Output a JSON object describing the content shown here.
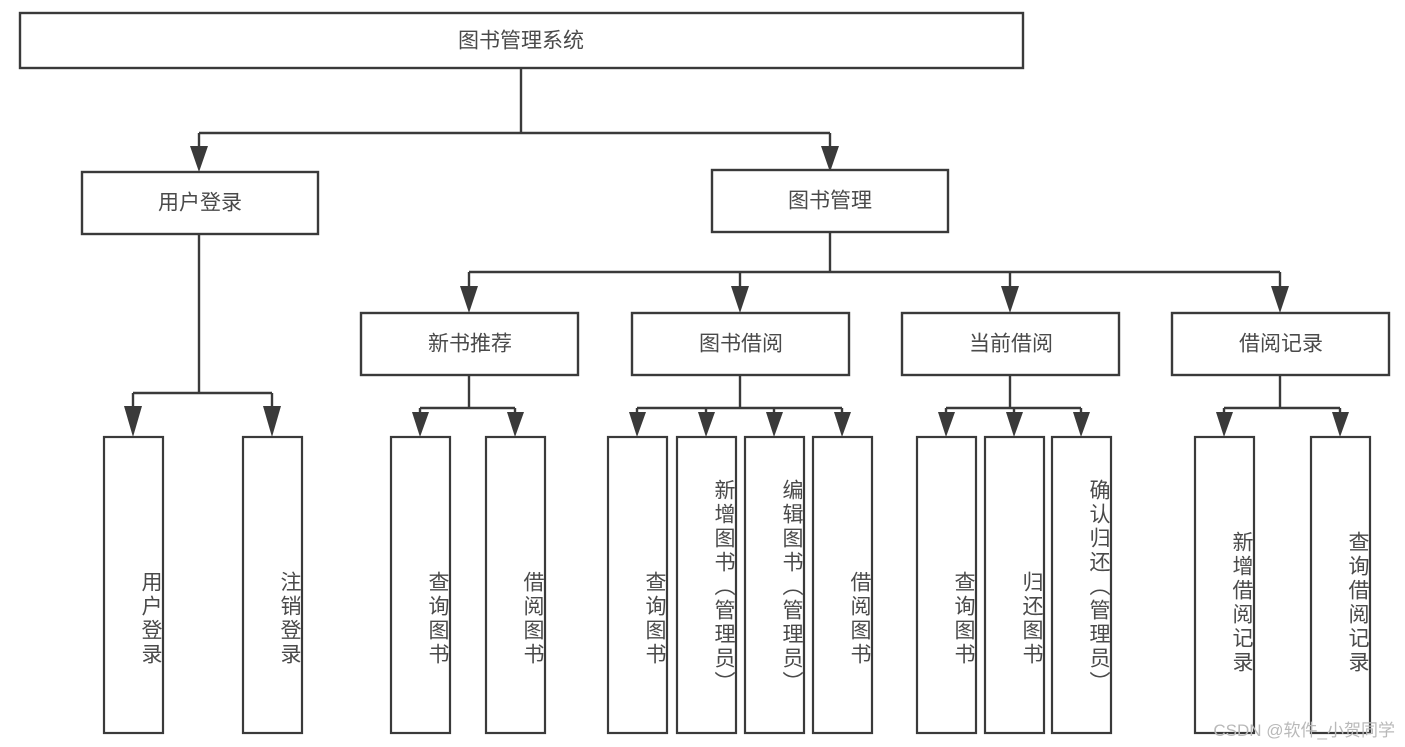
{
  "diagram": {
    "title": "图书管理系统",
    "type": "tree-hierarchy-chart",
    "watermark": "CSDN @软件_小贺同学",
    "colors": {
      "stroke": "#3a3a3a",
      "text": "#4a4a4a",
      "background": "#ffffff",
      "watermark": "#b9b9b9"
    },
    "levels": {
      "root": {
        "label": "图书管理系统"
      },
      "level2": [
        {
          "id": "user-login",
          "label": "用户登录"
        },
        {
          "id": "book-management",
          "label": "图书管理"
        }
      ],
      "level3": [
        {
          "id": "new-book-recommend",
          "label": "新书推荐"
        },
        {
          "id": "book-borrow",
          "label": "图书借阅"
        },
        {
          "id": "current-borrow",
          "label": "当前借阅"
        },
        {
          "id": "borrow-record",
          "label": "借阅记录"
        }
      ],
      "leaves": [
        {
          "id": "leaf-user-login",
          "label": "用户登录",
          "parent": "user-login"
        },
        {
          "id": "leaf-logout-login",
          "label": "注销登录",
          "parent": "user-login"
        },
        {
          "id": "leaf-query-book-1",
          "label": "查询图书",
          "parent": "new-book-recommend"
        },
        {
          "id": "leaf-borrow-book-1",
          "label": "借阅图书",
          "parent": "new-book-recommend"
        },
        {
          "id": "leaf-query-book-2",
          "label": "查询图书",
          "parent": "book-borrow"
        },
        {
          "id": "leaf-add-book",
          "label": "新增图书（管理员）",
          "parent": "book-borrow"
        },
        {
          "id": "leaf-edit-book",
          "label": "编辑图书（管理员）",
          "parent": "book-borrow"
        },
        {
          "id": "leaf-borrow-book-2",
          "label": "借阅图书",
          "parent": "book-borrow"
        },
        {
          "id": "leaf-query-book-3",
          "label": "查询图书",
          "parent": "current-borrow"
        },
        {
          "id": "leaf-return-book",
          "label": "归还图书",
          "parent": "current-borrow"
        },
        {
          "id": "leaf-confirm-return",
          "label": "确认归还（管理员）",
          "parent": "current-borrow"
        },
        {
          "id": "leaf-add-record",
          "label": "新增借阅记录",
          "parent": "borrow-record"
        },
        {
          "id": "leaf-query-record",
          "label": "查询借阅记录",
          "parent": "borrow-record"
        }
      ]
    }
  }
}
